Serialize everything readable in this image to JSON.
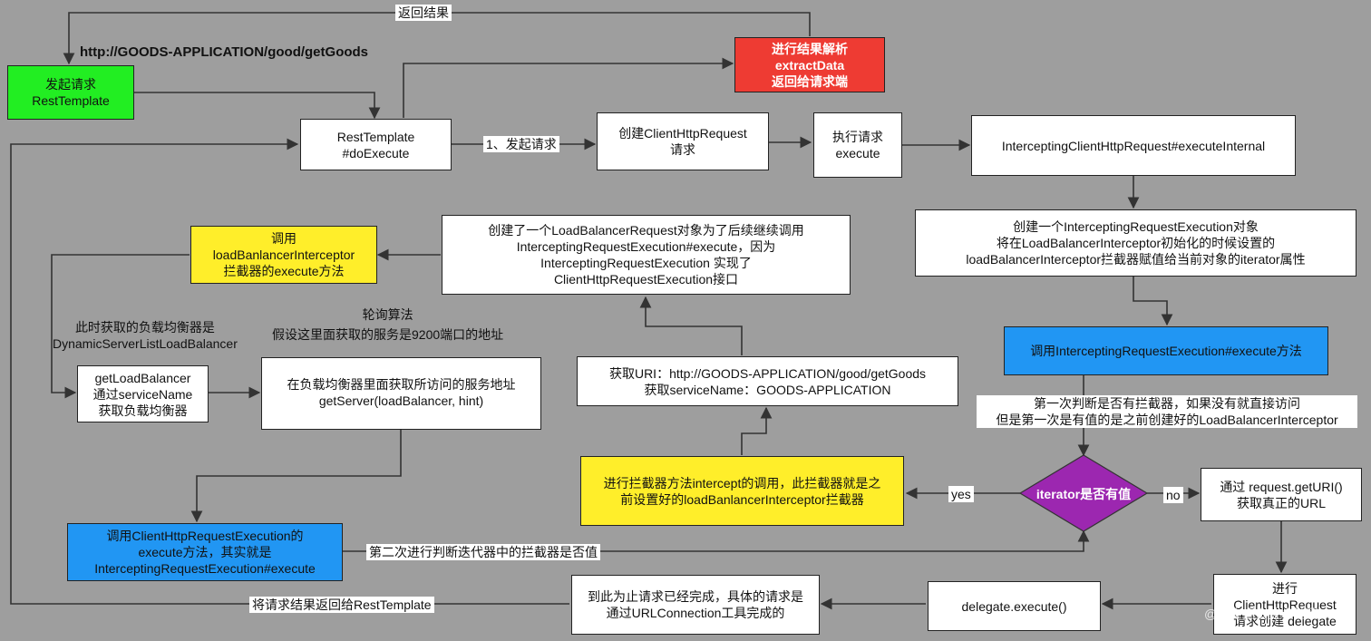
{
  "nodes": {
    "start": [
      "发起请求",
      "RestTemplate"
    ],
    "parse": [
      "进行结果解析",
      "extractData",
      "返回给请求端"
    ],
    "doexec": [
      "RestTemplate",
      "#doExecute"
    ],
    "create_req": [
      "创建ClientHttpRequest",
      "请求"
    ],
    "exec_req": [
      "执行请求",
      "execute"
    ],
    "intercepting": [
      "InterceptingClientHttpRequest#executeInternal"
    ],
    "create_exec": [
      "创建一个InterceptingRequestExecution对象",
      "将在LoadBalancerInterceptor初始化的时候设置的",
      "loadBalancerInterceptor拦截器赋值给当前对象的iterator属性"
    ],
    "call_exec": [
      "调用InterceptingRequestExecution#execute方法"
    ],
    "create_lb_req": [
      "创建了一个LoadBalancerRequest对象为了后续继续调用",
      "InterceptingRequestExecution#execute，因为",
      "InterceptingRequestExecution 实现了",
      "ClientHttpRequestExecution接口"
    ],
    "call_lbi": [
      "调用",
      "loadBanlancerInterceptor",
      "拦截器的execute方法"
    ],
    "get_lb": [
      "getLoadBalancer",
      "通过serviceName",
      "获取负载均衡器"
    ],
    "get_server": [
      "在负载均衡器里面获取所访问的服务地址",
      "getServer(loadBalancer, hint)"
    ],
    "get_uri": [
      "获取URI：http://GOODS-APPLICATION/good/getGoods",
      "获取serviceName：GOODS-APPLICATION"
    ],
    "intercept_call": [
      "进行拦截器方法intercept的调用，此拦截器就是之",
      "前设置好的loadBanlancerInterceptor拦截器"
    ],
    "decision": "iterator是否有值",
    "get_real_url": [
      "通过 request.getURI()",
      "获取真正的URL"
    ],
    "call_client_exec": [
      "调用ClientHttpRequestExecution的",
      "execute方法，其实就是",
      "InterceptingRequestExecution#execute"
    ],
    "done": [
      "到此为止请求已经完成，具体的请求是",
      "通过URLConnection工具完成的"
    ],
    "delegate_exec": [
      "delegate.execute()"
    ],
    "create_delegate": [
      "进行",
      "ClientHttpRequest",
      "请求创建 delegate"
    ]
  },
  "labels": {
    "return_result": "返回结果",
    "url": "http://GOODS-APPLICATION/good/getGoods",
    "step1": "1、发起请求",
    "lb_type": [
      "此时获取的负载均衡器是",
      "DynamicServerListLoadBalancer"
    ],
    "round_robin": [
      "轮询算法",
      "假设这里面获取的服务是9200端口的地址"
    ],
    "first_check": [
      "第一次判断是否有拦截器，如果没有就直接访问",
      "但是第一次是有值的是之前创建好的LoadBalancerInterceptor"
    ],
    "yes": "yes",
    "no": "no",
    "second_check": "第二次进行判断迭代器中的拦截器是否值",
    "return_to_rt": "将请求结果返回给RestTemplate",
    "watermark": "@稀土掘金技术社区"
  },
  "colors": {
    "background": "#9e9e9e",
    "green": "#22ee22",
    "red": "#ee3b33",
    "yellow": "#ffee2a",
    "blue": "#2196f3",
    "purple": "#9c27b0"
  }
}
